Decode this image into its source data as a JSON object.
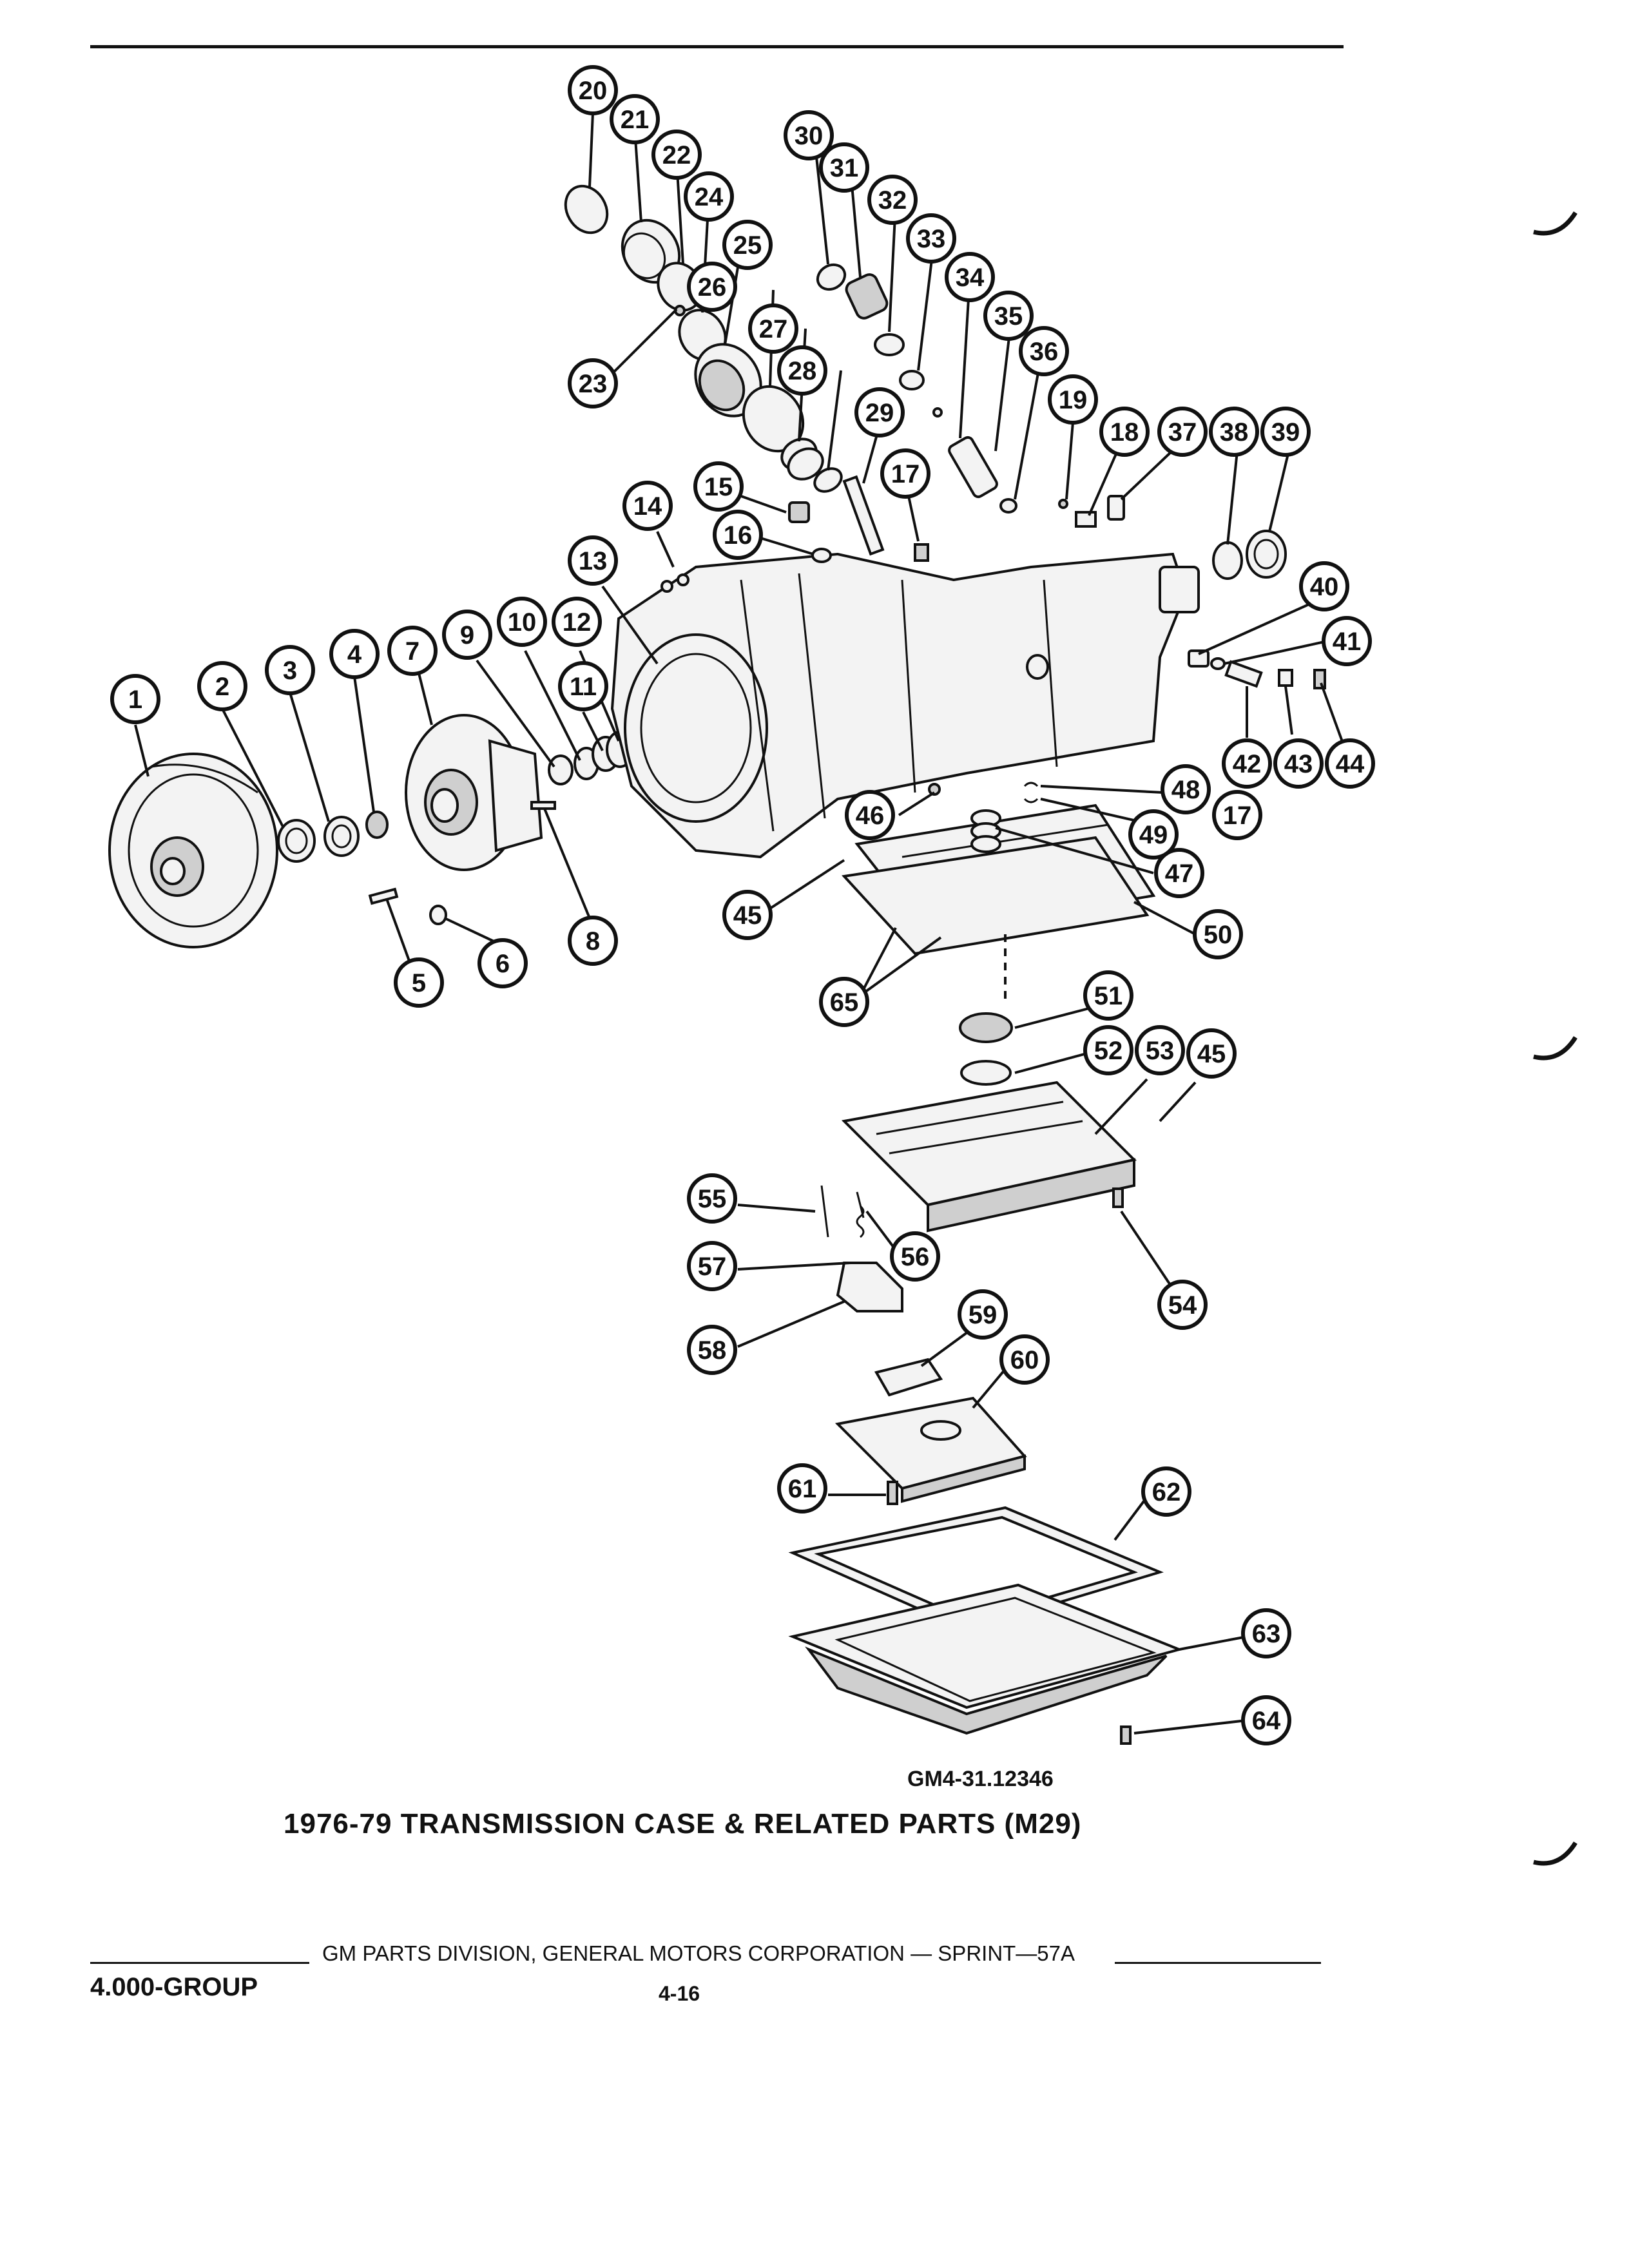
{
  "callouts": [
    "1",
    "2",
    "3",
    "4",
    "5",
    "6",
    "7",
    "8",
    "9",
    "10",
    "11",
    "12",
    "13",
    "14",
    "15",
    "16",
    "17",
    "18",
    "19",
    "20",
    "21",
    "22",
    "23",
    "24",
    "25",
    "26",
    "27",
    "28",
    "29",
    "30",
    "31",
    "32",
    "33",
    "34",
    "35",
    "36",
    "37",
    "38",
    "39",
    "40",
    "41",
    "42",
    "43",
    "44",
    "45",
    "46",
    "47",
    "48",
    "49",
    "50",
    "51",
    "52",
    "53",
    "54",
    "55",
    "56",
    "57",
    "58",
    "59",
    "60",
    "61",
    "62",
    "63",
    "64",
    "65"
  ],
  "diagram_code": "GM4-31.12346",
  "title": "1976-79 TRANSMISSION CASE & RELATED PARTS (M29)",
  "footer": "GM PARTS DIVISION, GENERAL MOTORS CORPORATION — SPRINT—57A",
  "group": "4.000-GROUP",
  "page_number": "4-16"
}
